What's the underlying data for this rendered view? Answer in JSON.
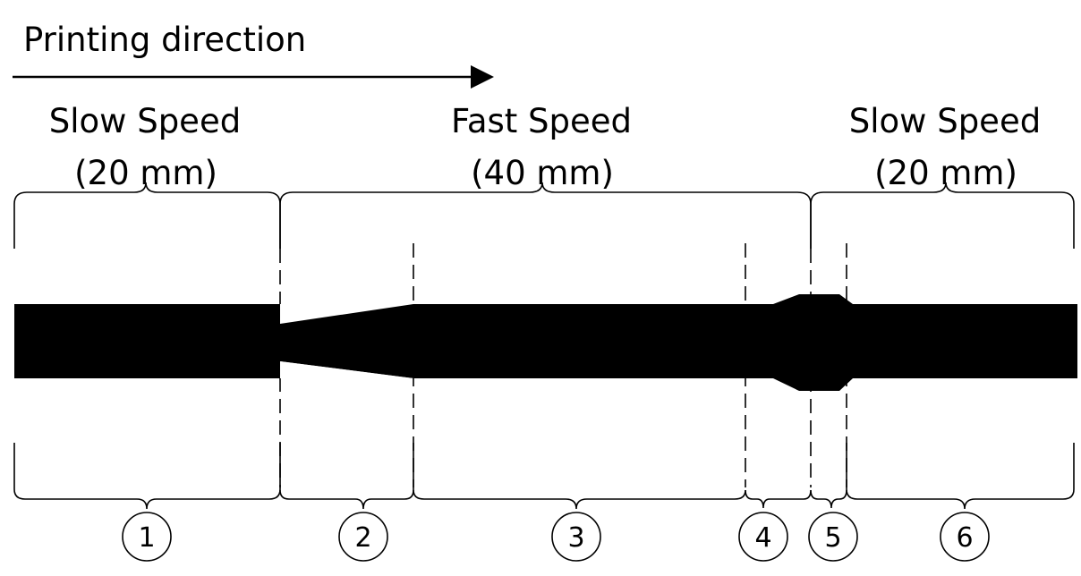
{
  "title": "Printing direction",
  "zones": [
    {
      "speed": "Slow Speed",
      "length": "(20 mm)"
    },
    {
      "speed": "Fast Speed",
      "length": "(40 mm)"
    },
    {
      "speed": "Slow Speed",
      "length": "(20 mm)"
    }
  ],
  "segments": [
    "1",
    "2",
    "3",
    "4",
    "5",
    "6"
  ],
  "colors": {
    "line": "#000000",
    "background": "#ffffff"
  }
}
